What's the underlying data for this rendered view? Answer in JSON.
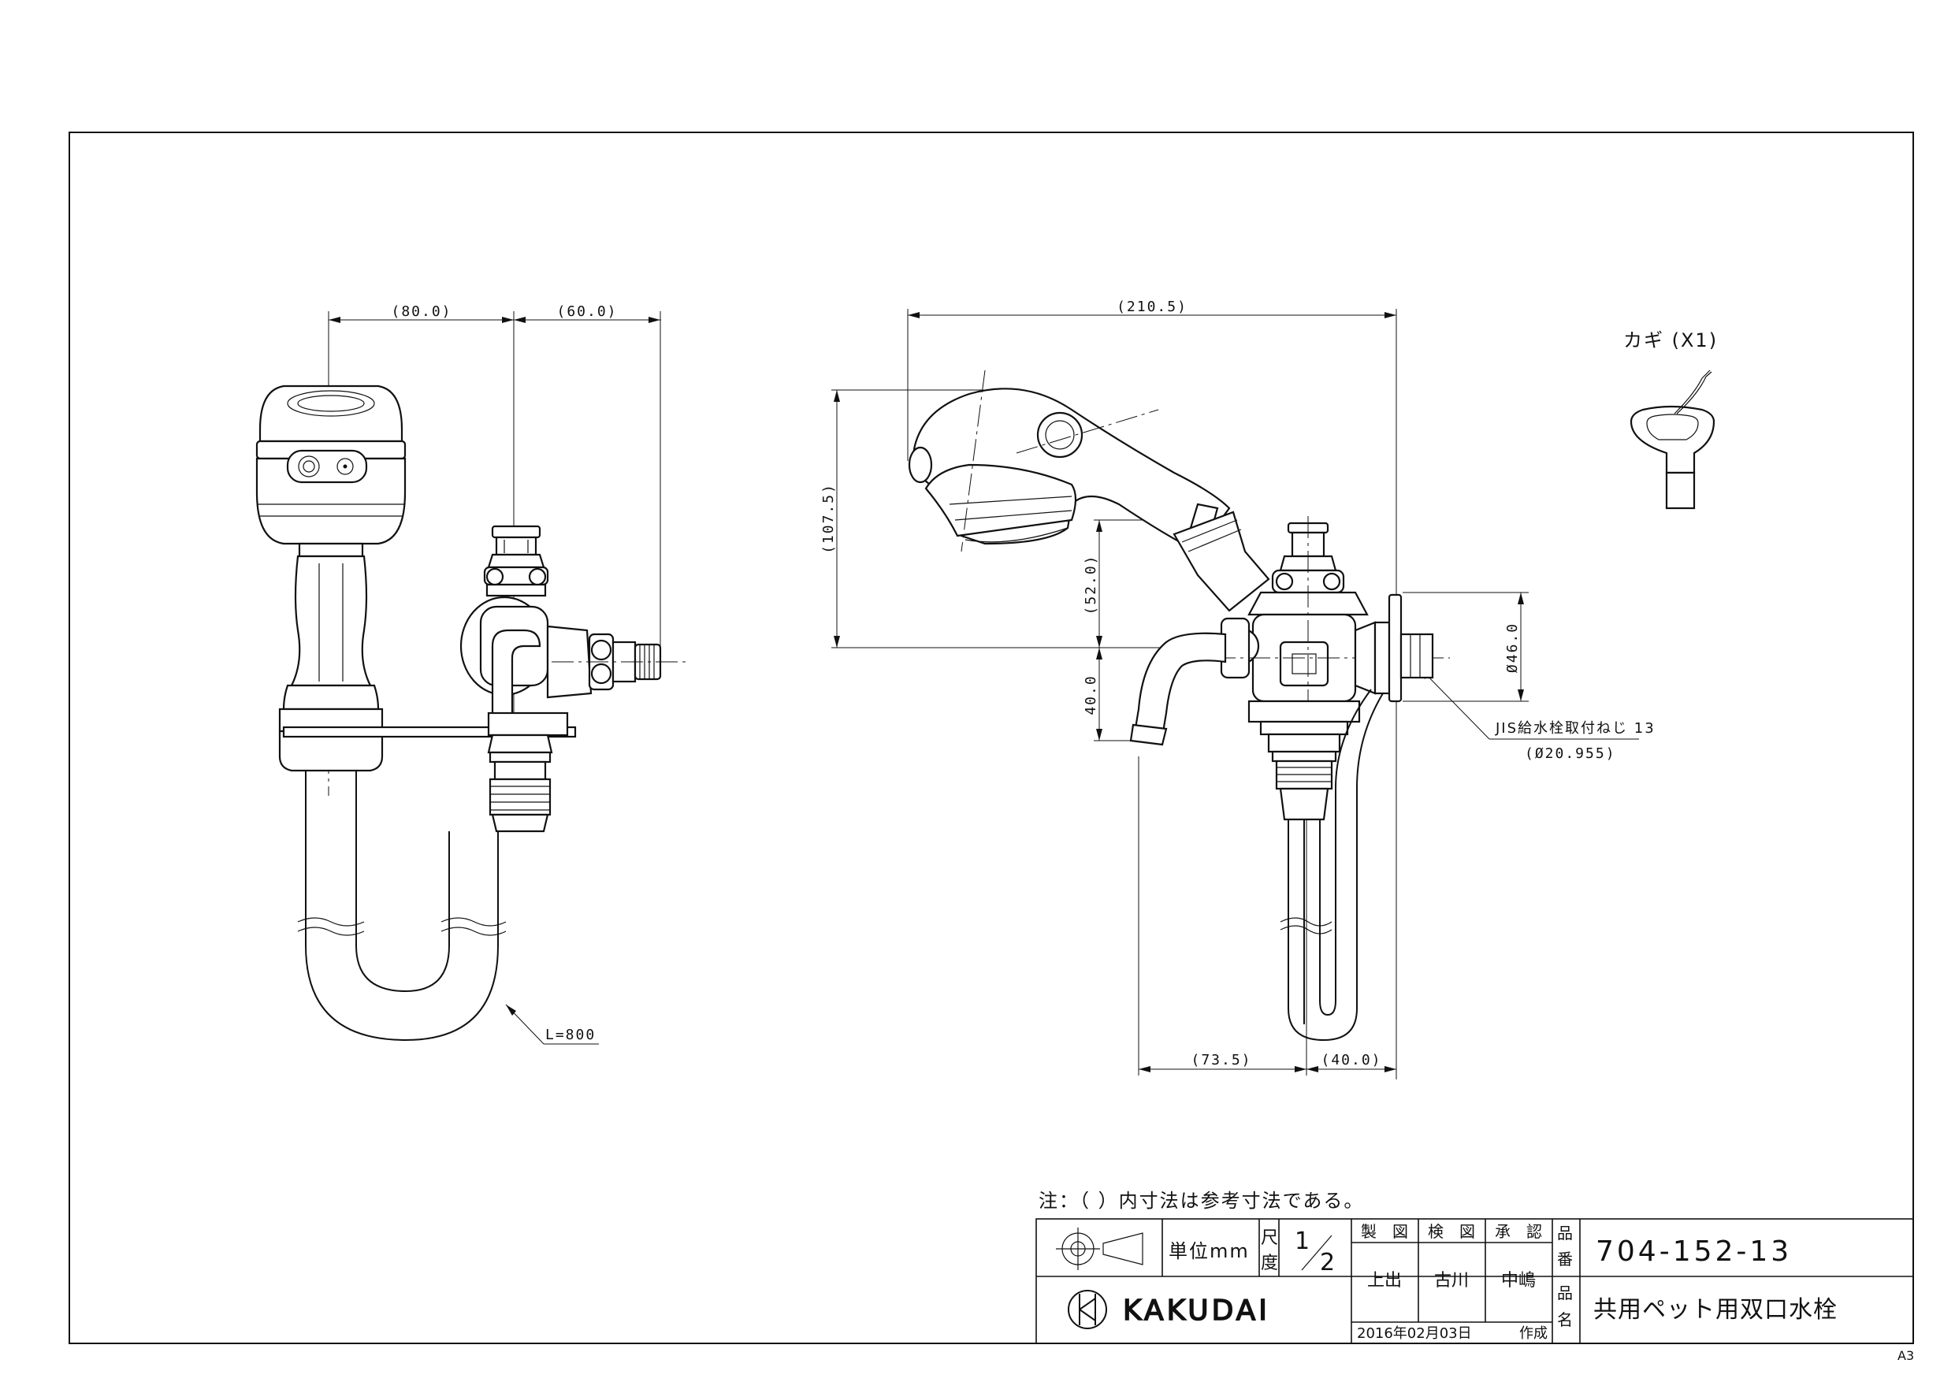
{
  "drawing": {
    "front_view": {
      "dim_width_left": "(80.0)",
      "dim_width_right": "(60.0)",
      "hose_length": "L=800"
    },
    "side_view": {
      "dim_total_width": "(210.5)",
      "dim_total_height": "(107.5)",
      "dim_height_upper": "(52.0)",
      "dim_height_lower": "40.0",
      "dim_bottom_left": "(73.5)",
      "dim_bottom_right": "(40.0)",
      "dim_flange_diameter": "Ø46.0",
      "thread_note": "JIS給水栓取付ねじ 13",
      "thread_diameter": "(Ø20.955)"
    },
    "key": {
      "label": "カギ (X1)"
    }
  },
  "note": "注：（ ）内寸法は参考寸法である。",
  "title_block": {
    "unit_label": "単位mm",
    "scale_label_1": "尺",
    "scale_label_2": "度",
    "scale_num": "1",
    "scale_den": "2",
    "header_draw": "製　図",
    "header_check": "検　図",
    "header_approve": "承　認",
    "drafter": "上出",
    "checker": "古川",
    "approver": "中嶋",
    "part_no_label_1": "品",
    "part_no_label_2": "番",
    "part_no": "704-152-13",
    "name_label_1": "品",
    "name_label_2": "名",
    "product_name": "共用ペット用双口水栓",
    "company": "KAKUDAI",
    "date": "2016年02月03日",
    "date_suffix": "作成",
    "sheet_size": "A3"
  }
}
